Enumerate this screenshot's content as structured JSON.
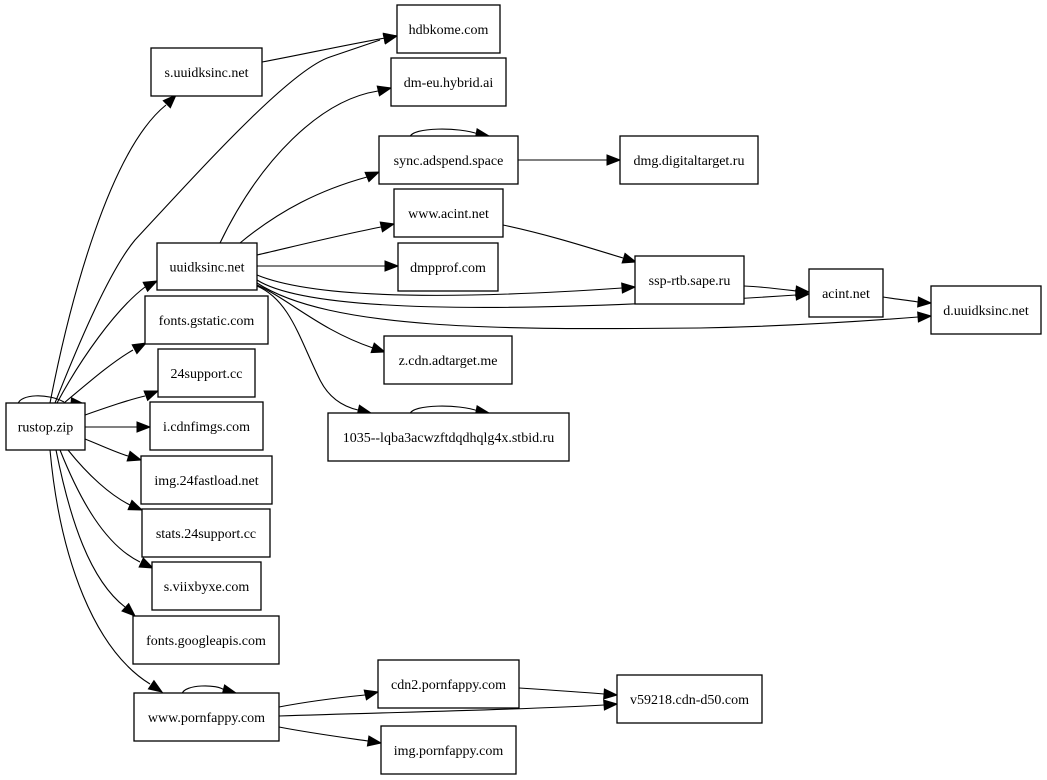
{
  "graph": {
    "nodes": [
      {
        "id": "rustop",
        "label": "rustop.zip"
      },
      {
        "id": "s_uuidksinc",
        "label": "s.uuidksinc.net"
      },
      {
        "id": "hdbkome",
        "label": "hdbkome.com"
      },
      {
        "id": "dm_eu",
        "label": "dm-eu.hybrid.ai"
      },
      {
        "id": "sync_adspend",
        "label": "sync.adspend.space"
      },
      {
        "id": "dmg_digitaltarget",
        "label": "dmg.digitaltarget.ru"
      },
      {
        "id": "www_acint",
        "label": "www.acint.net"
      },
      {
        "id": "uuidksinc",
        "label": "uuidksinc.net"
      },
      {
        "id": "dmpprof",
        "label": "dmpprof.com"
      },
      {
        "id": "ssp_rtb",
        "label": "ssp-rtb.sape.ru"
      },
      {
        "id": "acint",
        "label": "acint.net"
      },
      {
        "id": "d_uuidksinc",
        "label": "d.uuidksinc.net"
      },
      {
        "id": "fonts_gstatic",
        "label": "fonts.gstatic.com"
      },
      {
        "id": "z_cdn_adtarget",
        "label": "z.cdn.adtarget.me"
      },
      {
        "id": "support24",
        "label": "24support.cc"
      },
      {
        "id": "stbid",
        "label": "1035--lqba3acwzftdqdhqlg4x.stbid.ru"
      },
      {
        "id": "i_cdnfimgs",
        "label": "i.cdnfimgs.com"
      },
      {
        "id": "img_24fastload",
        "label": "img.24fastload.net"
      },
      {
        "id": "stats_24support",
        "label": "stats.24support.cc"
      },
      {
        "id": "s_viixbyxe",
        "label": "s.viixbyxe.com"
      },
      {
        "id": "fonts_googleapis",
        "label": "fonts.googleapis.com"
      },
      {
        "id": "cdn2_pornfappy",
        "label": "cdn2.pornfappy.com"
      },
      {
        "id": "v59218",
        "label": "v59218.cdn-d50.com"
      },
      {
        "id": "www_pornfappy",
        "label": "www.pornfappy.com"
      },
      {
        "id": "img_pornfappy",
        "label": "img.pornfappy.com"
      }
    ],
    "edges": [
      {
        "from": "rustop",
        "to": "rustop"
      },
      {
        "from": "rustop",
        "to": "s_uuidksinc"
      },
      {
        "from": "rustop",
        "to": "hdbkome"
      },
      {
        "from": "rustop",
        "to": "uuidksinc"
      },
      {
        "from": "rustop",
        "to": "fonts_gstatic"
      },
      {
        "from": "rustop",
        "to": "support24"
      },
      {
        "from": "rustop",
        "to": "i_cdnfimgs"
      },
      {
        "from": "rustop",
        "to": "img_24fastload"
      },
      {
        "from": "rustop",
        "to": "stats_24support"
      },
      {
        "from": "rustop",
        "to": "s_viixbyxe"
      },
      {
        "from": "rustop",
        "to": "fonts_googleapis"
      },
      {
        "from": "rustop",
        "to": "www_pornfappy"
      },
      {
        "from": "s_uuidksinc",
        "to": "hdbkome"
      },
      {
        "from": "uuidksinc",
        "to": "dm_eu"
      },
      {
        "from": "uuidksinc",
        "to": "sync_adspend"
      },
      {
        "from": "uuidksinc",
        "to": "www_acint"
      },
      {
        "from": "uuidksinc",
        "to": "dmpprof"
      },
      {
        "from": "uuidksinc",
        "to": "ssp_rtb"
      },
      {
        "from": "uuidksinc",
        "to": "acint"
      },
      {
        "from": "uuidksinc",
        "to": "d_uuidksinc"
      },
      {
        "from": "uuidksinc",
        "to": "z_cdn_adtarget"
      },
      {
        "from": "uuidksinc",
        "to": "stbid"
      },
      {
        "from": "sync_adspend",
        "to": "sync_adspend"
      },
      {
        "from": "sync_adspend",
        "to": "dmg_digitaltarget"
      },
      {
        "from": "www_acint",
        "to": "ssp_rtb"
      },
      {
        "from": "ssp_rtb",
        "to": "acint"
      },
      {
        "from": "acint",
        "to": "d_uuidksinc"
      },
      {
        "from": "stbid",
        "to": "stbid"
      },
      {
        "from": "www_pornfappy",
        "to": "www_pornfappy"
      },
      {
        "from": "www_pornfappy",
        "to": "cdn2_pornfappy"
      },
      {
        "from": "www_pornfappy",
        "to": "v59218"
      },
      {
        "from": "www_pornfappy",
        "to": "img_pornfappy"
      },
      {
        "from": "cdn2_pornfappy",
        "to": "v59218"
      }
    ]
  }
}
